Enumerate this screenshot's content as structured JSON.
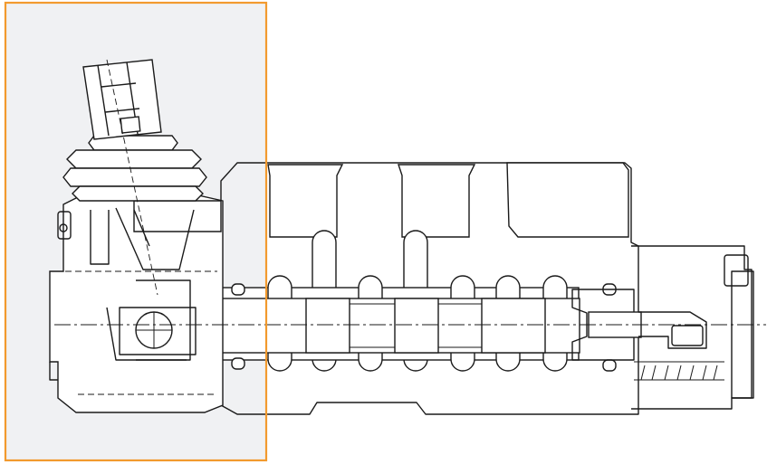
{
  "drawing": {
    "title": "",
    "highlight_color": "#f29a2e",
    "highlight_fill": "#f0f1f3",
    "line_color": "#1a1a1a",
    "background": "#ffffff",
    "components": [
      "joystick-lever-handle",
      "rubber-boot",
      "lever-housing",
      "valve-body-section",
      "spool",
      "port-cavity",
      "spring-cap",
      "centering-spring",
      "o-ring-seals"
    ]
  }
}
